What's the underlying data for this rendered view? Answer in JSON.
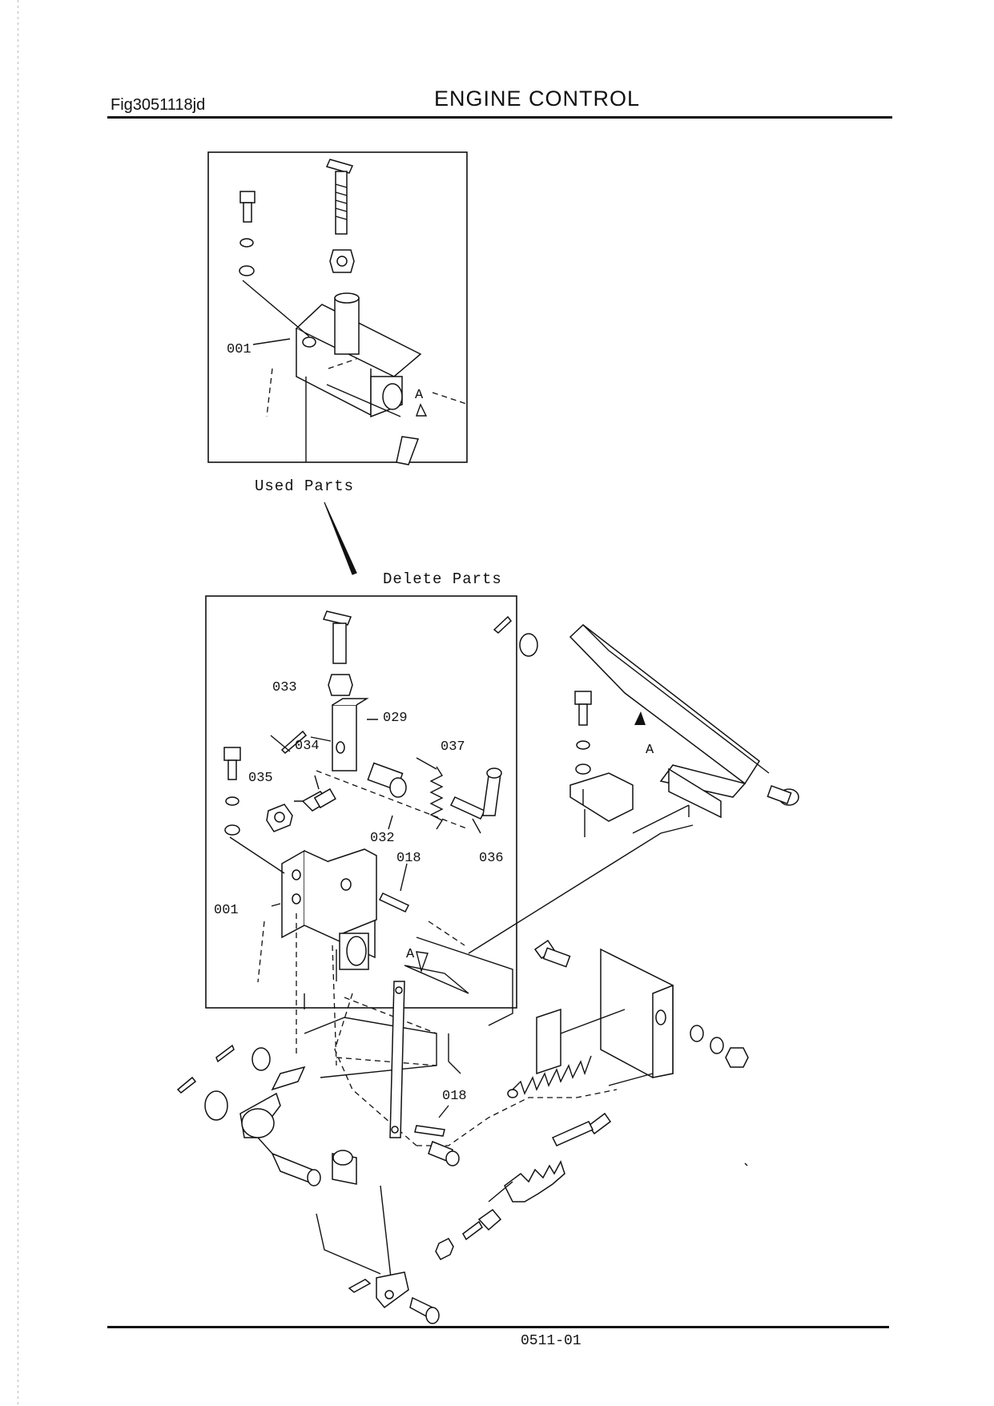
{
  "header": {
    "figure_code": "Fig3051118jd",
    "title": "ENGINE  CONTROL"
  },
  "footer": {
    "page_number": "0511-01"
  },
  "diagram": {
    "captions": {
      "used_parts": "Used Parts",
      "delete_parts": "Delete Parts"
    },
    "view_marker": "A",
    "callouts_used": [
      "001"
    ],
    "callouts_delete": [
      "033",
      "029",
      "034",
      "037",
      "035",
      "032",
      "036",
      "018",
      "001"
    ],
    "callouts_main": [
      "018"
    ]
  }
}
